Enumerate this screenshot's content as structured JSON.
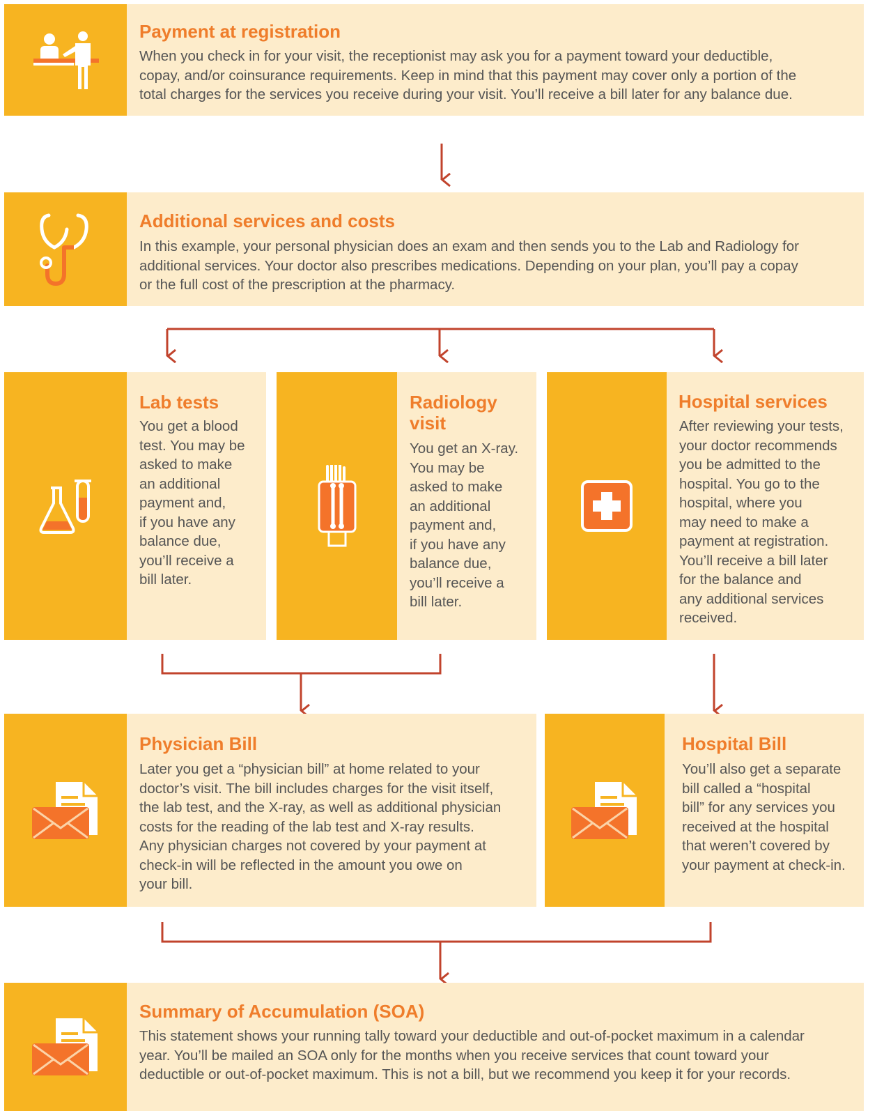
{
  "steps": {
    "registration": {
      "title": "Payment at registration",
      "lines": [
        "When you check in for your visit, the receptionist may ask you for a payment toward your deductible,",
        "copay, and/or coinsurance requirements. Keep in mind that this payment may cover only a portion of the",
        "total charges for the services you receive during your visit. You’ll receive a bill later for any balance due."
      ],
      "icon": "receptionist-icon"
    },
    "services": {
      "title": "Additional services and costs",
      "lines": [
        "In this example, your personal physician does an exam and then sends you to the Lab and Radiology for",
        "additional services. Your doctor also prescribes medications. Depending on your plan, you’ll pay a copay",
        "or the full cost of the prescription at the pharmacy."
      ],
      "icon": "stethoscope-icon"
    },
    "lab": {
      "title": "Lab tests",
      "lines": [
        "You get a blood",
        "test. You may be",
        "asked to make",
        "an additional",
        "payment and,",
        "if you have any",
        "balance due,",
        "you’ll receive a",
        "bill later."
      ],
      "icon": "lab-flask-icon"
    },
    "radiology": {
      "title_lines": [
        "Radiology",
        "visit"
      ],
      "lines": [
        "You get an X-ray.",
        "You may be",
        "asked to make",
        "an additional",
        "payment and,",
        "if you have any",
        "balance due,",
        "you’ll receive a",
        "bill later."
      ],
      "icon": "xray-icon"
    },
    "hospital": {
      "title": "Hospital services",
      "lines": [
        "After reviewing your tests,",
        "your doctor recommends",
        "you be admitted to the",
        "hospital. You go to the",
        "hospital, where you",
        "may need to make a",
        "payment at registration.",
        "You’ll receive a bill later",
        "for the balance and",
        "any additional services",
        "received."
      ],
      "icon": "medical-cross-icon"
    },
    "physician_bill": {
      "title": "Physician Bill",
      "lines": [
        "Later you get a “physician bill” at home related to your",
        "doctor’s visit. The bill includes charges for the visit itself,",
        "the lab test, and the X-ray, as well as additional physician",
        "costs for the reading of the lab test and X-ray results.",
        "Any physician charges not covered by your payment at",
        "check-in will be reflected in the amount you owe on",
        "your bill."
      ],
      "icon": "mail-document-icon"
    },
    "hospital_bill": {
      "title": "Hospital Bill",
      "lines": [
        "You’ll also get a separate",
        "bill called a “hospital",
        "bill” for any services you",
        "received at the hospital",
        "that weren’t covered by",
        "your payment at check-in."
      ],
      "icon": "mail-document-icon"
    },
    "soa": {
      "title": "Summary of Accumulation (SOA)",
      "lines": [
        "This statement shows your running tally toward your deductible and out-of-pocket maximum in a calendar",
        "year. You’ll be mailed an SOA only for the months when you receive services that count toward your",
        "deductible or out-of-pocket maximum. This is not a bill, but we recommend you keep it for your records."
      ],
      "icon": "mail-document-icon"
    }
  },
  "colors": {
    "accent_orange": "#ef7d2b",
    "icon_column": "#f7b421",
    "box_background": "#fdeccb",
    "arrow": "#c1432c",
    "body_text": "#555555"
  }
}
